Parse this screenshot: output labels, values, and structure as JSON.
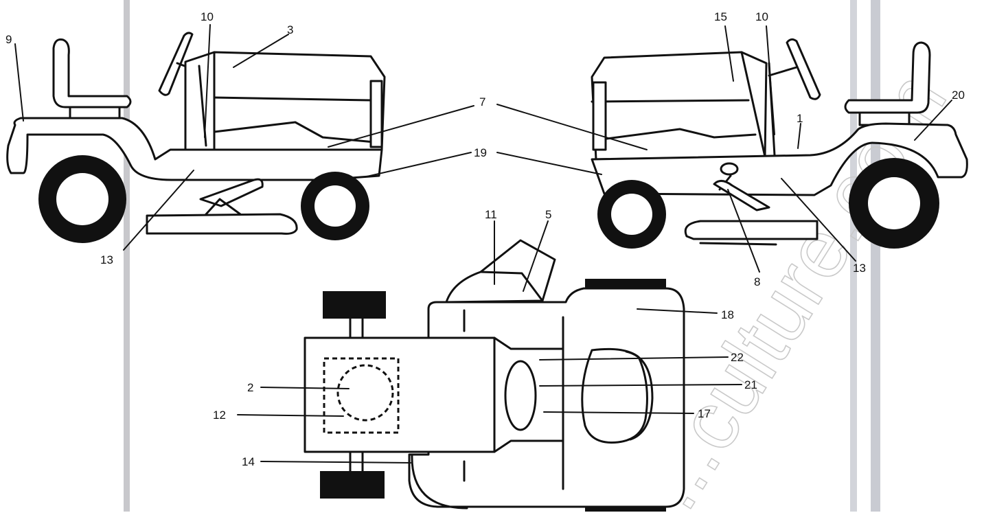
{
  "diagram": {
    "watermark": "...culture.com",
    "callouts": {
      "c1": "1",
      "c2": "2",
      "c3": "3",
      "c5": "5",
      "c7": "7",
      "c8": "8",
      "c9": "9",
      "c10": "10",
      "c11": "11",
      "c12": "12",
      "c13": "13",
      "c14": "14",
      "c15": "15",
      "c17": "17",
      "c18": "18",
      "c19": "19",
      "c20": "20",
      "c21": "21",
      "c22": "22"
    }
  }
}
